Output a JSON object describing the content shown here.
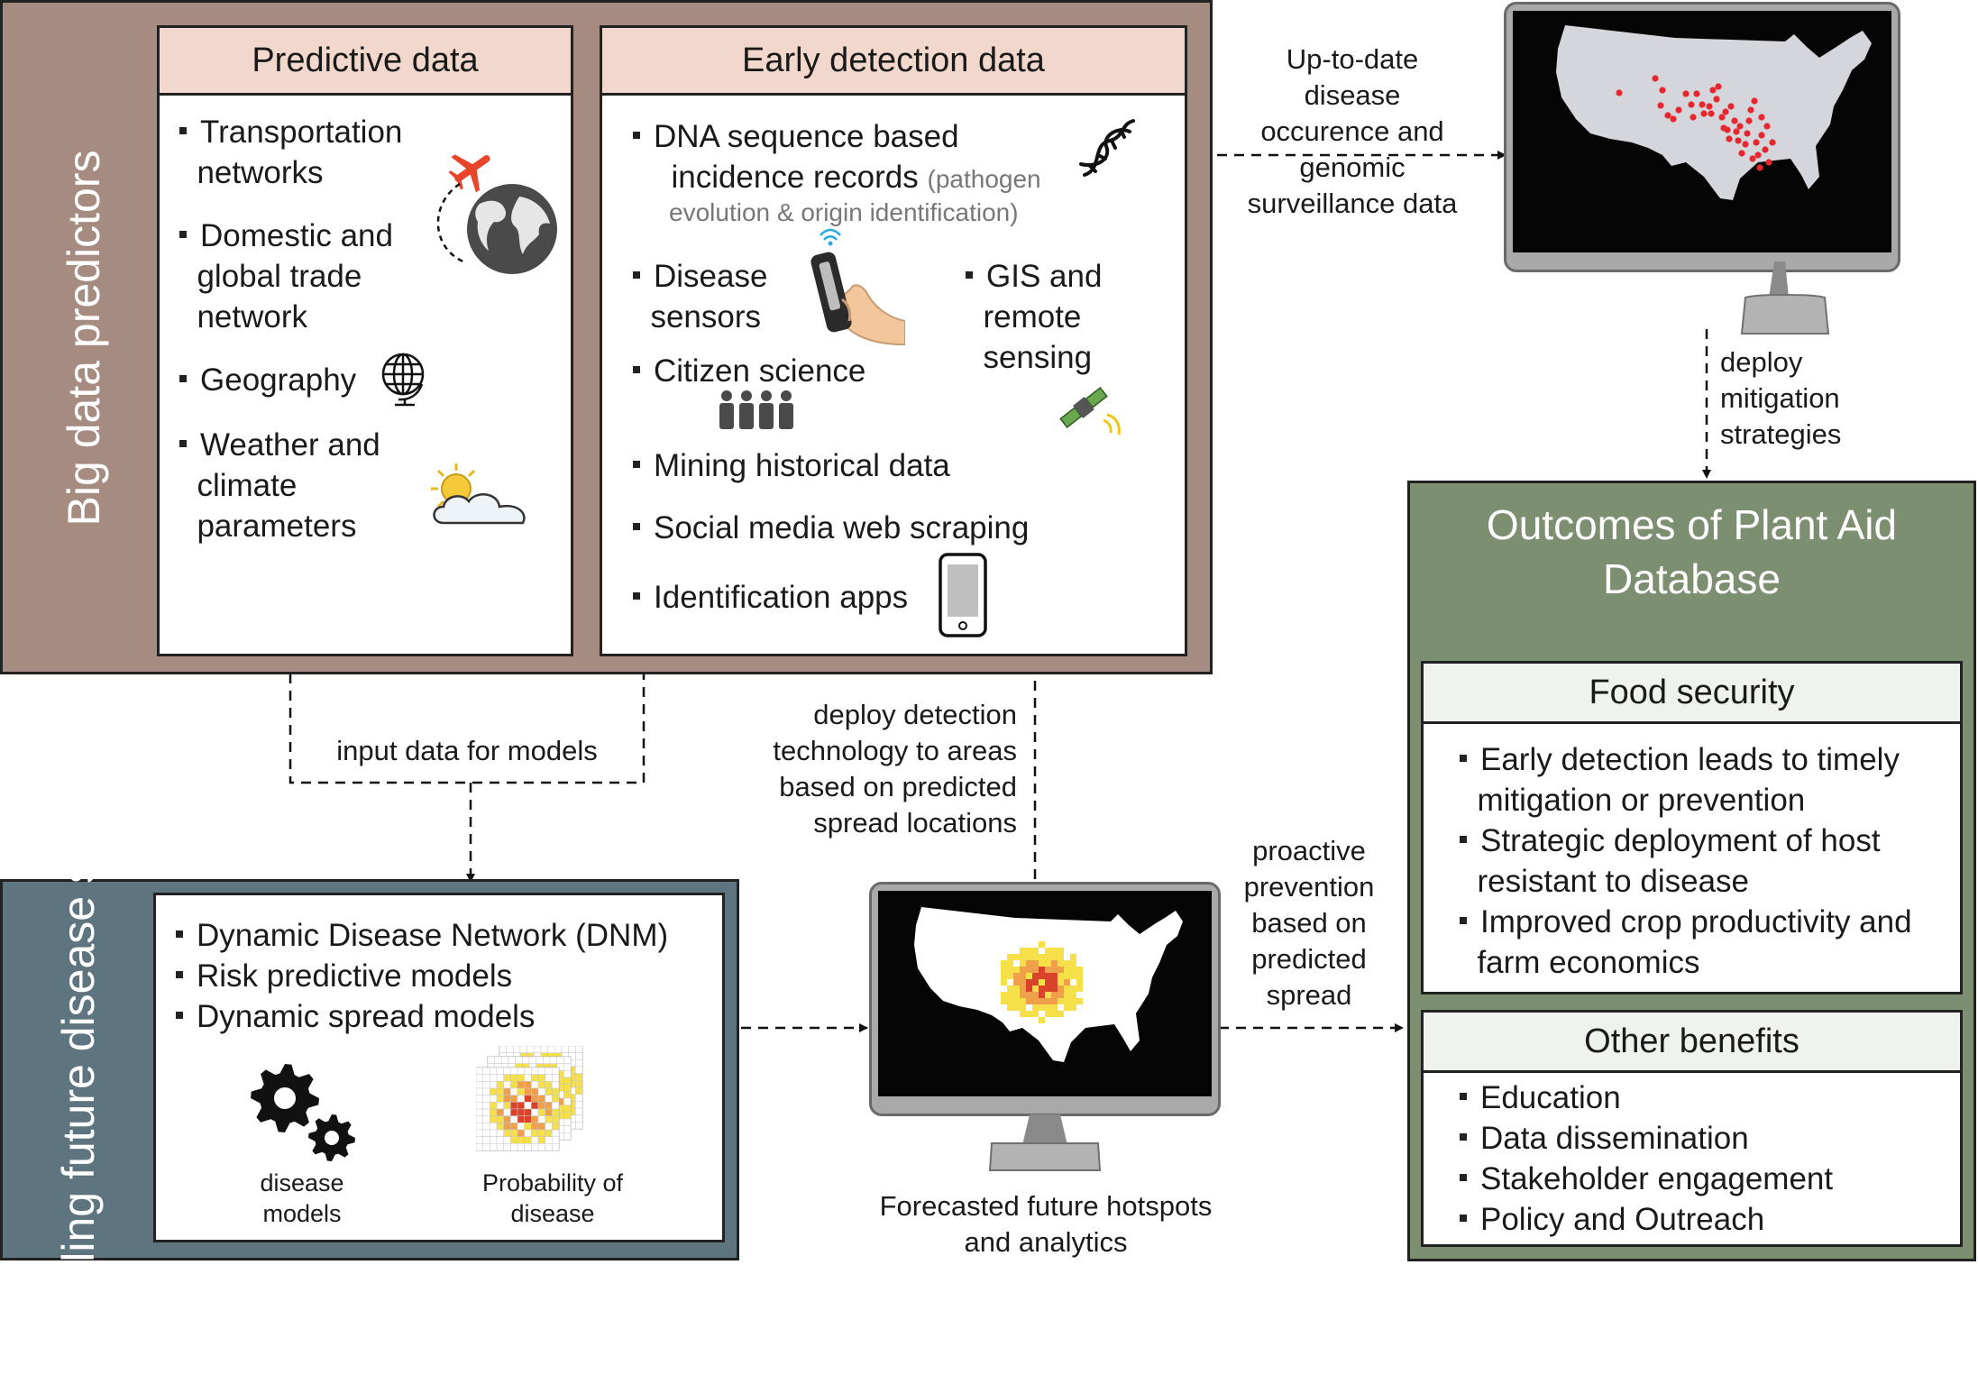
{
  "big_data": {
    "title": "Big data\npredictors",
    "predictive": {
      "header": "Predictive data",
      "items": [
        "Transportation\n  networks",
        "Domestic and\n  global trade\n  network",
        "Geography",
        "Weather and\n  climate\n  parameters"
      ]
    },
    "early_detection": {
      "header": "Early detection data",
      "dna_line1": "DNA sequence based",
      "dna_line2": "  incidence records",
      "dna_gray1": "(pathogen",
      "dna_gray2": "evolution & origin identification)",
      "disease_sensors": "Disease\n  sensors",
      "gis": "GIS and\n  remote\n  sensing",
      "citizen_science": "Citizen science",
      "mining": "Mining historical data",
      "social_media": "Social media web scraping",
      "apps": "Identification apps"
    }
  },
  "modeling": {
    "title": "Modeling future\ndisease spread",
    "items": [
      "Dynamic Disease Network (DNM)",
      "Risk predictive models",
      "Dynamic spread models"
    ],
    "disease_models_label": "disease\nmodels",
    "probability_label": "Probability of\ndisease"
  },
  "outcomes": {
    "title": "Outcomes of Plant Aid\nDatabase",
    "food_security": {
      "header": "Food security",
      "items": [
        "Early detection leads to timely\n  mitigation or prevention",
        "Strategic deployment of host\n  resistant to disease",
        "Improved crop productivity and\n  farm economics"
      ]
    },
    "other_benefits": {
      "header": "Other benefits",
      "items": [
        "Education",
        "Data dissemination",
        "Stakeholder engagement",
        "Policy and Outreach"
      ]
    }
  },
  "labels": {
    "surveillance": "Up-to-date\ndisease\noccurence and\ngenomic\nsurveillance data",
    "deploy_mitigation": "deploy\nmitigation\nstrategies",
    "input_data": "input data for models",
    "deploy_detection": "deploy detection\ntechnology to areas\nbased on predicted\nspread locations",
    "proactive": "proactive\nprevention\nbased on\npredicted\nspread",
    "forecasted": "Forecasted future hotspots\nand analytics"
  },
  "icons": [
    "airplane-icon",
    "globe-earth-icon",
    "wireframe-globe-icon",
    "sun-cloud-icon",
    "dna-icon",
    "sensor-hand-icon",
    "satellite-icon",
    "people-icon",
    "smartphone-icon",
    "gear-icon",
    "probability-grid-icon"
  ],
  "colors": {
    "big_data_bg": "#a58b80",
    "panel_header_bg": "#f2d8cc",
    "modeling_bg": "#5e7580",
    "outcomes_bg": "#7d8f71",
    "outbreak_dot": "#e8262d",
    "hotspot_yellow": "#f5e04a",
    "hotspot_orange": "#f0a04a",
    "hotspot_red": "#d8432a"
  }
}
